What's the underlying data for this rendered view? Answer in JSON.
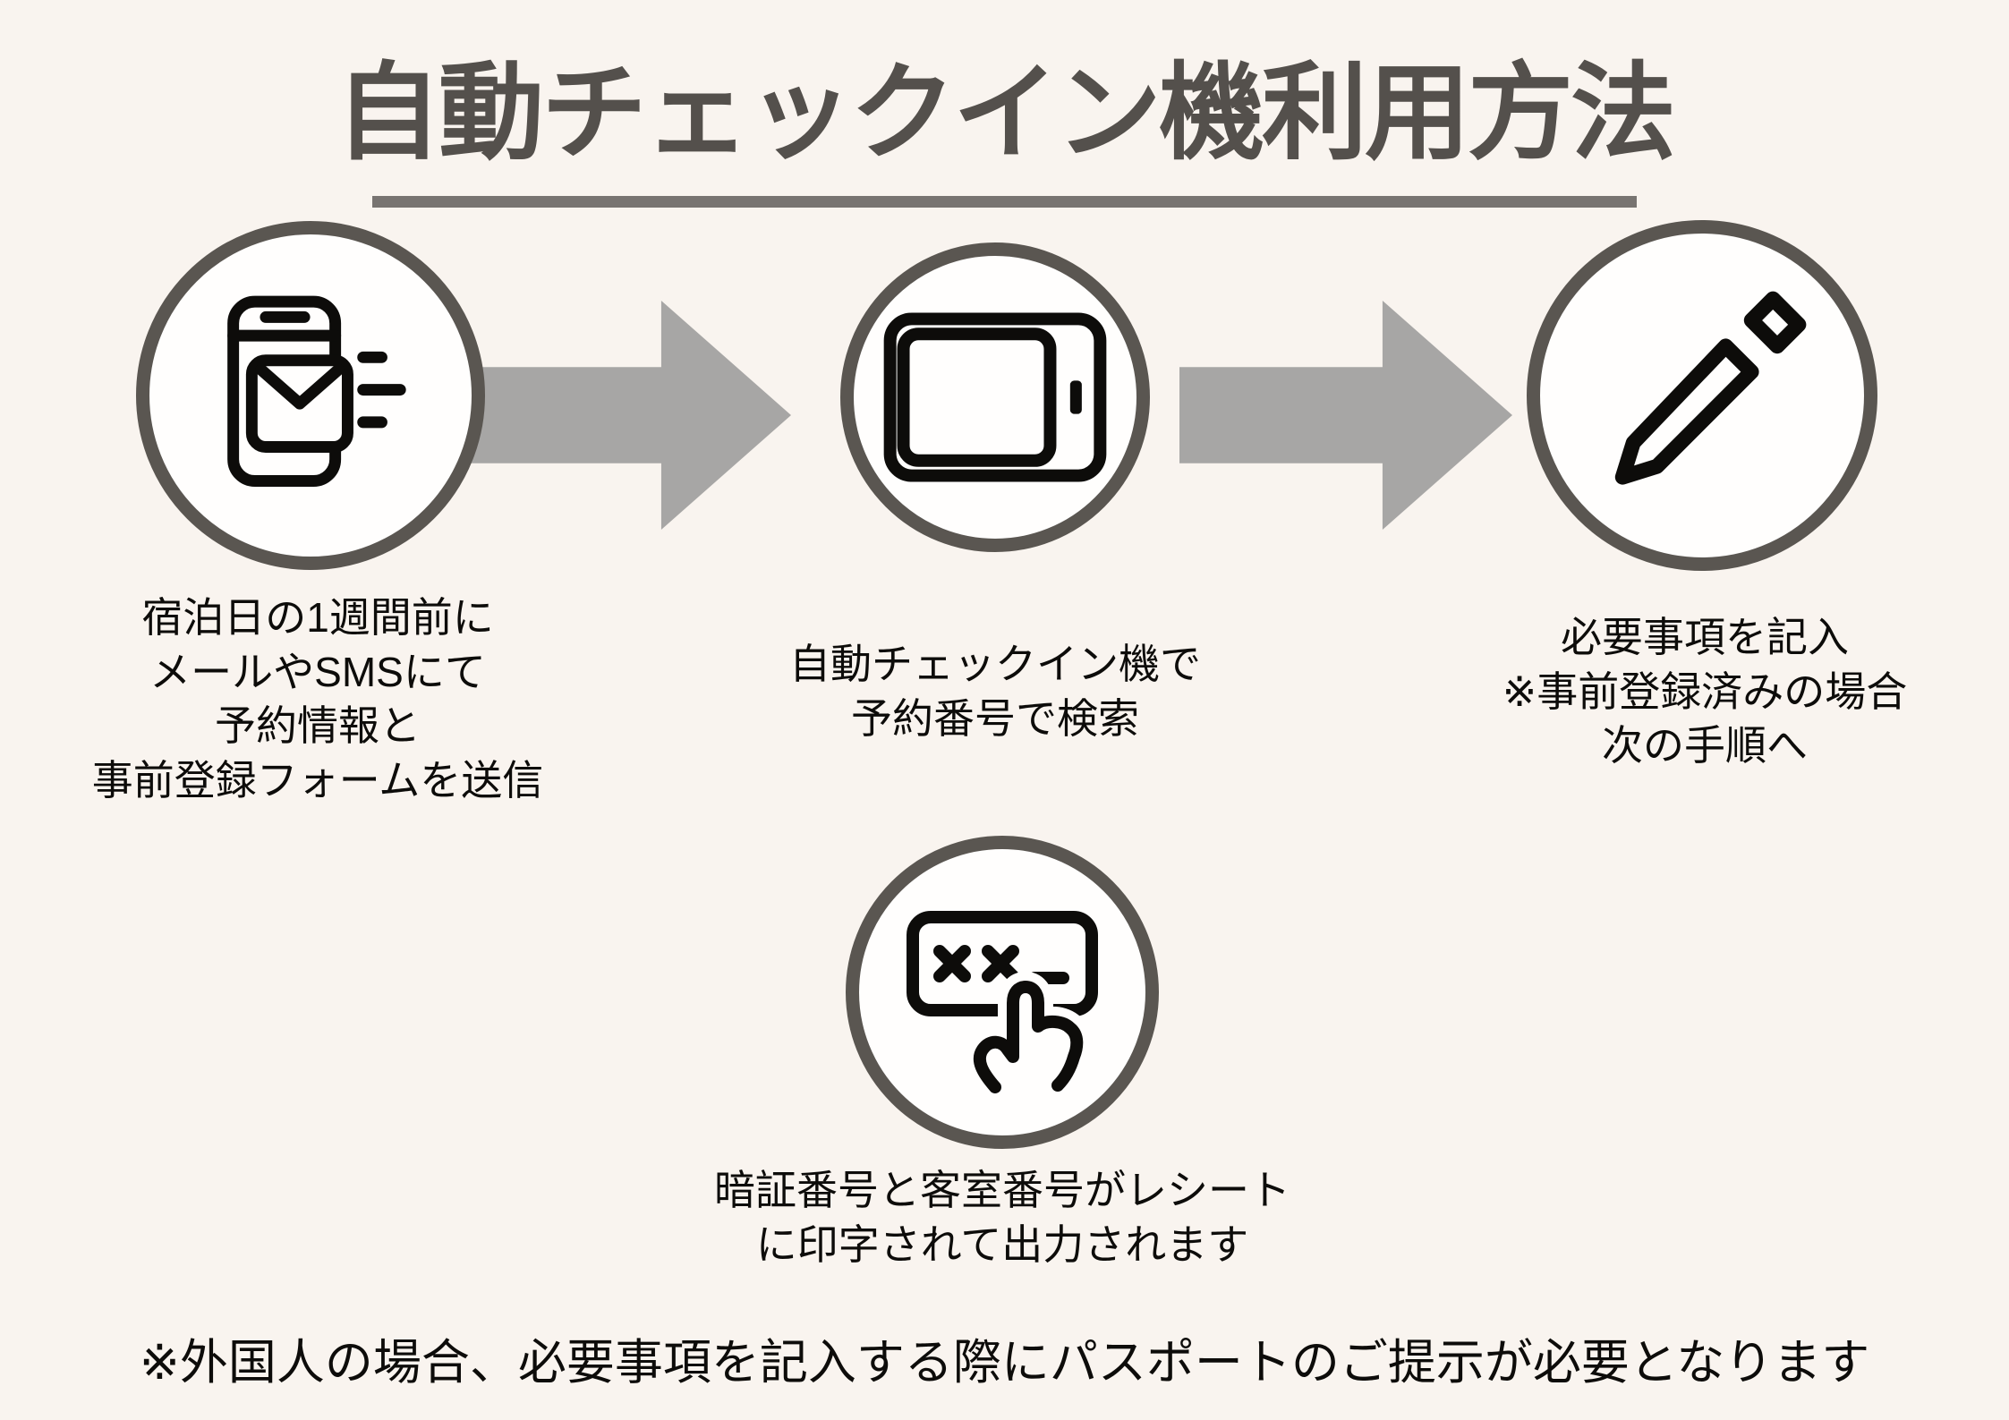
{
  "title": {
    "text": "自動チェックイン機利用方法"
  },
  "steps": [
    {
      "name": "send-form",
      "icon": "phone-mail-icon",
      "caption": "宿泊日の1週間前に\nメールやSMSにて\n予約情報と\n事前登録フォームを送信"
    },
    {
      "name": "search-reservation",
      "icon": "tablet-icon",
      "caption": "自動チェックイン機で\n予約番号で検索"
    },
    {
      "name": "fill-in-details",
      "icon": "pencil-icon",
      "caption": "必要事項を記入\n※事前登録済みの場合\n次の手順へ"
    },
    {
      "name": "receipt-output",
      "icon": "pin-entry-icon",
      "caption": "暗証番号と客室番号がレシート\nに印字されて出力されます"
    }
  ],
  "footnote": "※外国人の場合、必要事項を記入する際にパスポートのご提示が必要となります",
  "colors": {
    "background": "#f9f4ef",
    "title": "#54504c",
    "underline": "#787471",
    "circle_border": "#5a5651",
    "circle_fill": "#fffefd",
    "arrow": "#a7a6a5",
    "text": "#0d0c0a",
    "icon": "#0d0c0a"
  }
}
